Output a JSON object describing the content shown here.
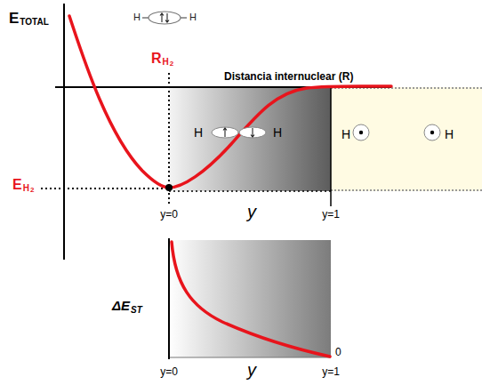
{
  "diagram": {
    "nodes": [
      {
        "text": [
          "H",
          "H"
        ]
      },
      {
        "text": [
          "H",
          "H"
        ]
      }
    ],
    "labels": [
      "E",
      "TOTAL",
      "H",
      "H",
      "R",
      "H",
      "2",
      "Distancia internuclear (R)",
      "E",
      "H",
      "2",
      "y=0",
      "y",
      "y=1",
      "ΔE",
      "ST",
      "y=0",
      "y",
      "y=1",
      "0"
    ]
  }
}
